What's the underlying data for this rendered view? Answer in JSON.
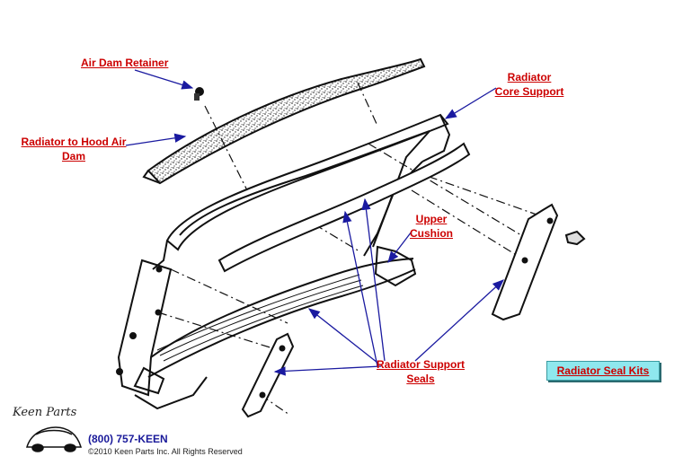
{
  "callouts": {
    "air_dam_retainer": "Air Dam Retainer",
    "radiator_to_hood_air_dam_line1": "Radiator to Hood Air",
    "radiator_to_hood_air_dam_line2": "Dam",
    "radiator_core_support_line1": "Radiator",
    "radiator_core_support_line2": "Core Support",
    "upper_cushion_line1": "Upper",
    "upper_cushion_line2": "Cushion",
    "radiator_support_seals_line1": "Radiator Support",
    "radiator_support_seals_line2": "Seals"
  },
  "kit_button": {
    "label": "Radiator Seal Kits"
  },
  "footer": {
    "logo_text": "Keen Parts",
    "phone": "(800) 757-KEEN",
    "copyright": "©2010 Keen Parts Inc. All Rights Reserved"
  },
  "colors": {
    "callout_text": "#cc0000",
    "leader_arrow": "#1a1aa0",
    "button_bg": "#8fe8ee",
    "line_art": "#111111"
  }
}
